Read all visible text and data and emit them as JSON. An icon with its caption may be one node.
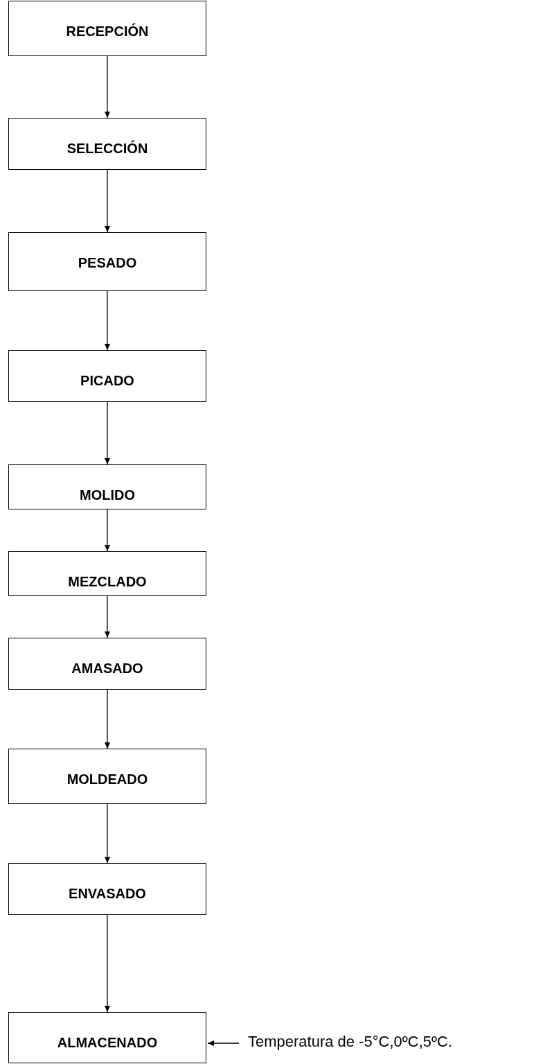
{
  "diagram": {
    "nodes": [
      {
        "text": [
          "RECEPCIÓN"
        ]
      },
      {
        "text": [
          "SELECCIÓN"
        ]
      },
      {
        "text": [
          "PESADO"
        ]
      },
      {
        "text": [
          "PICADO"
        ]
      },
      {
        "text": [
          "MOLIDO"
        ]
      },
      {
        "text": [
          "MEZCLADO"
        ]
      },
      {
        "text": [
          "AMASADO"
        ]
      },
      {
        "text": [
          "MOLDEADO"
        ]
      },
      {
        "text": [
          "ENVASADO"
        ]
      },
      {
        "text": [
          "ALMACENADO"
        ]
      },
      {
        "text": [
          "Temperatura de -5°C,0ºC,5ºC."
        ]
      }
    ],
    "edges": [
      {
        "from": 0,
        "to": 1,
        "arrow": "to"
      },
      {
        "from": 1,
        "to": 2,
        "arrow": "to"
      },
      {
        "from": 2,
        "to": 3,
        "arrow": "to"
      },
      {
        "from": 3,
        "to": 4,
        "arrow": "to"
      },
      {
        "from": 4,
        "to": 5,
        "arrow": "to"
      },
      {
        "from": 5,
        "to": 6,
        "arrow": "to"
      },
      {
        "from": 6,
        "to": 7,
        "arrow": "to"
      },
      {
        "from": 7,
        "to": 8,
        "arrow": "to"
      },
      {
        "from": 8,
        "to": 9,
        "arrow": "to"
      },
      {
        "from": 10,
        "to": 9,
        "arrow": "to"
      }
    ]
  }
}
